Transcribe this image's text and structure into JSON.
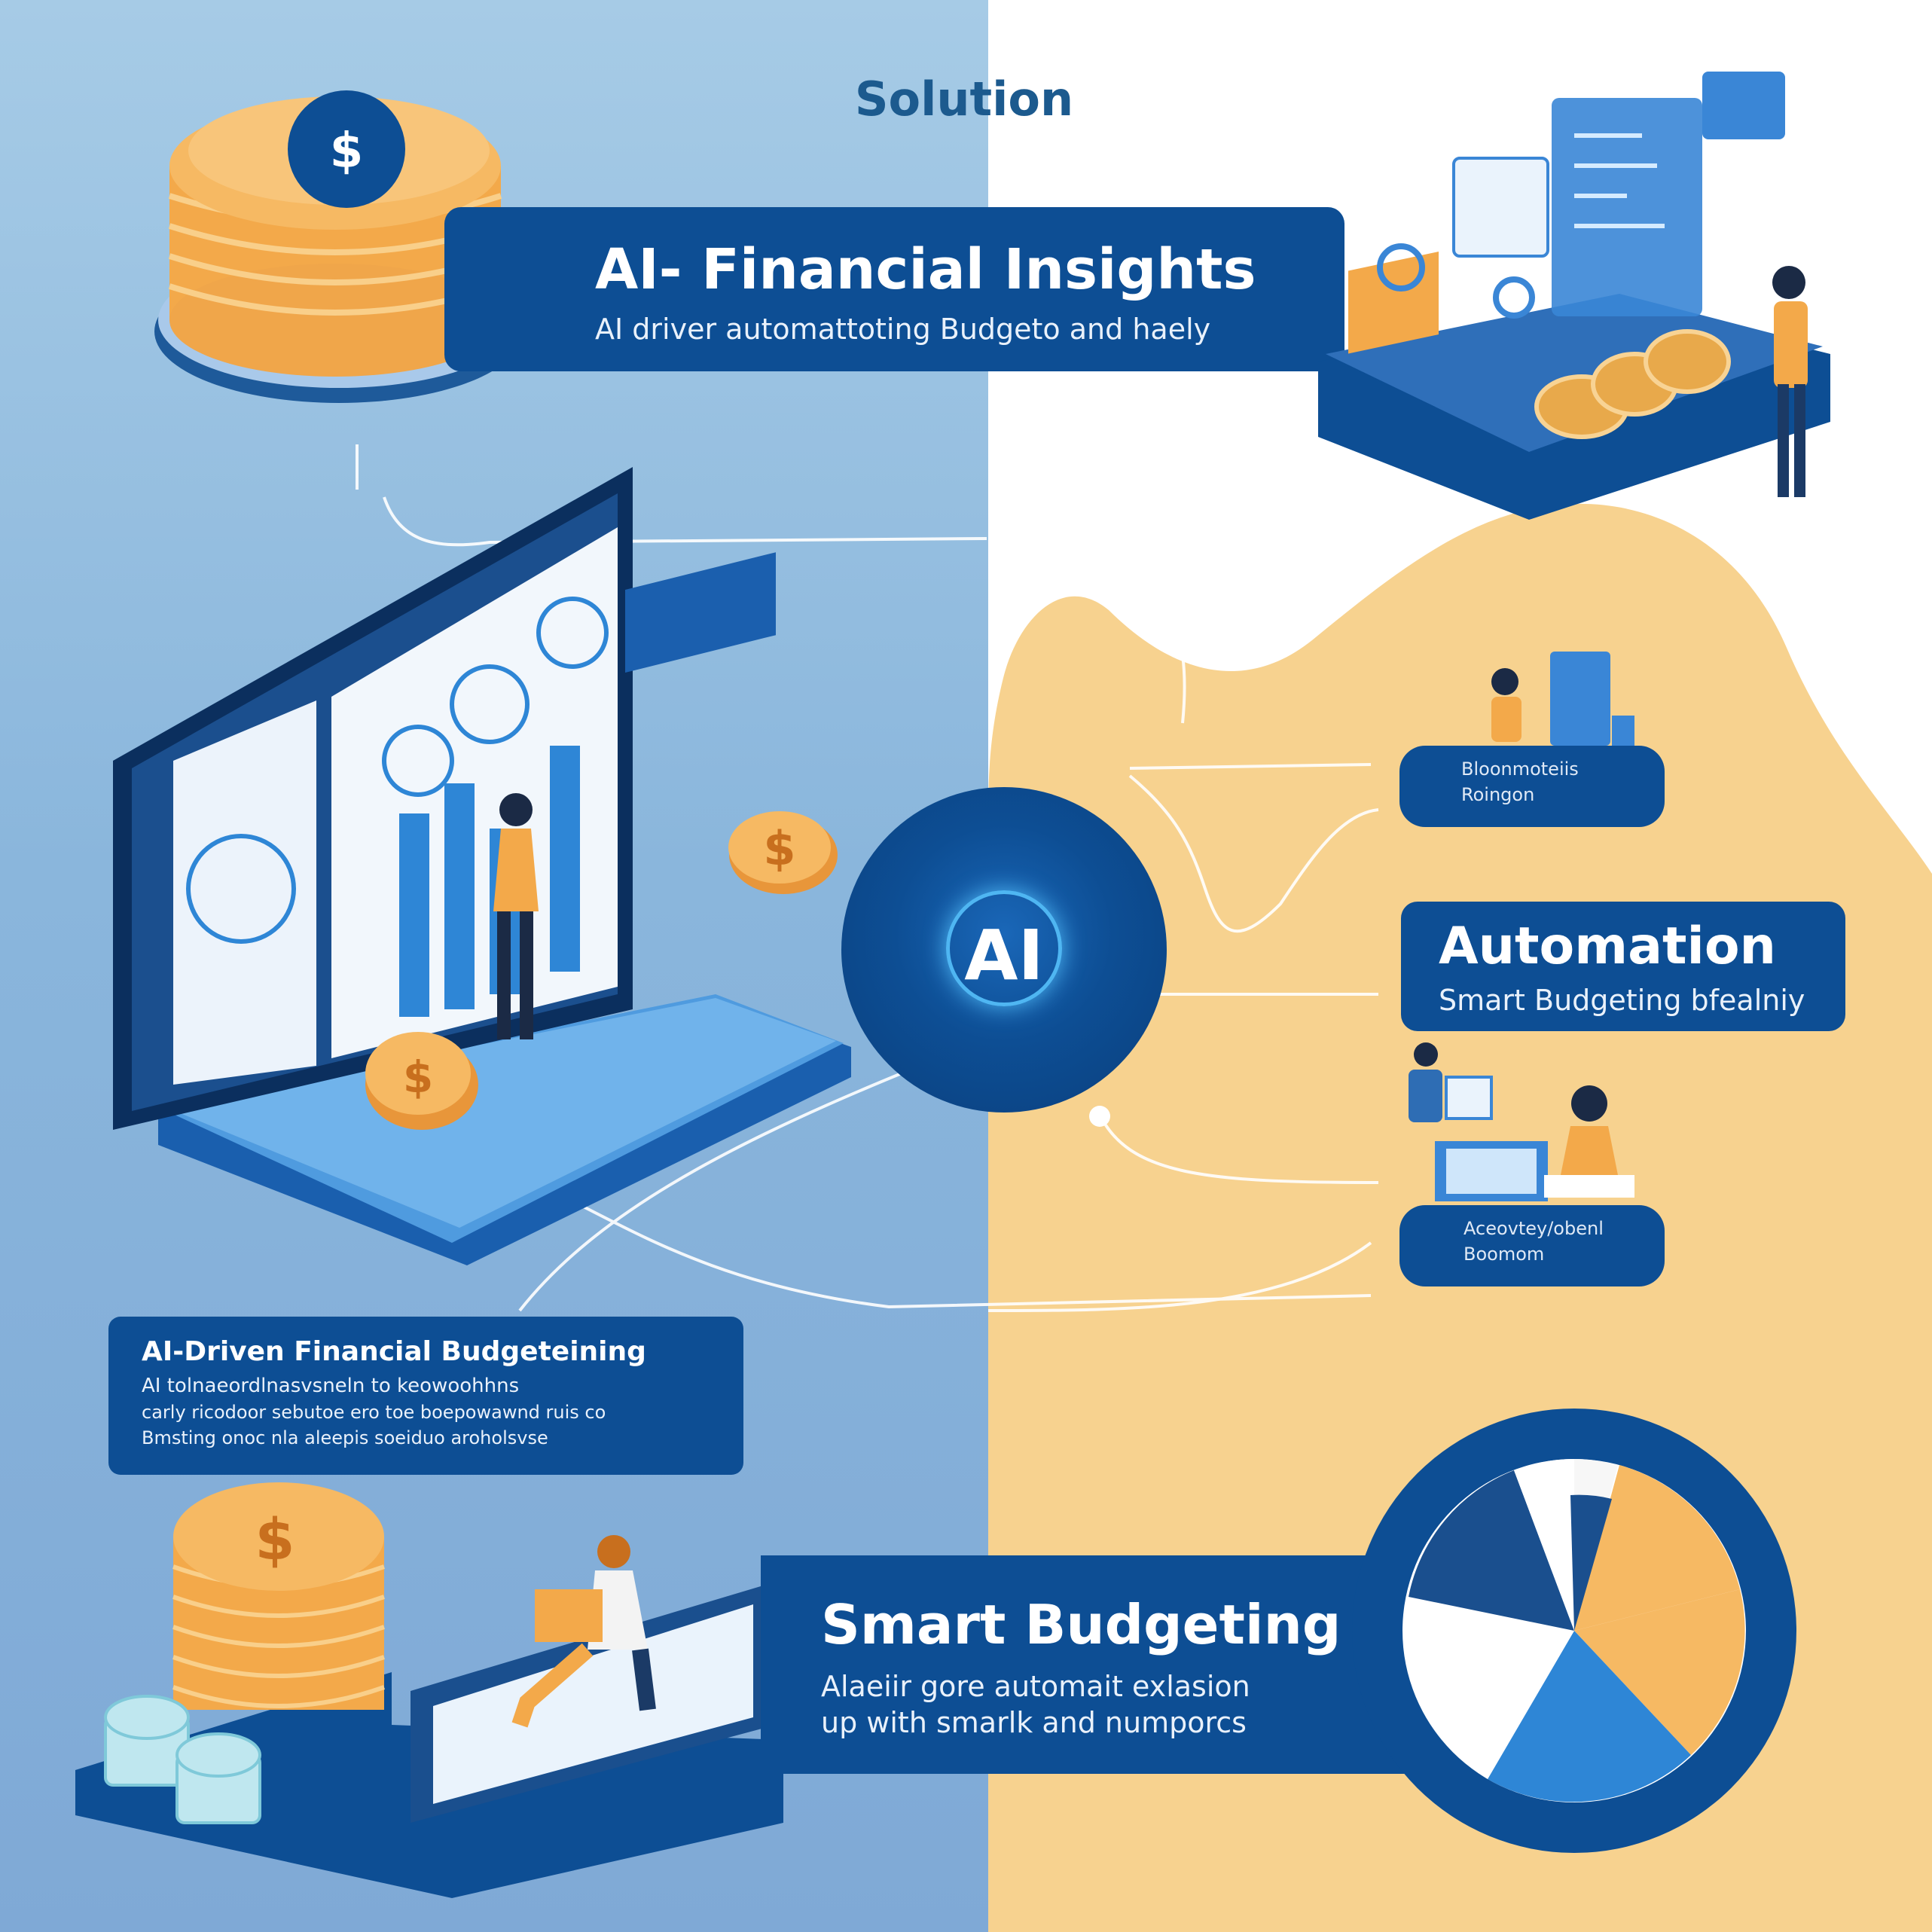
{
  "heading": "Solution",
  "insights": {
    "title": "AI- Financial Insights",
    "subtitle": "AI driver automattoting Budgeto and haely"
  },
  "center_badge": {
    "label": "AI"
  },
  "pill_top": {
    "line1": "Bloonmoteiis",
    "line2": "Roingon"
  },
  "automation": {
    "title": "Automation",
    "subtitle": "Smart Budgeting bfealniy"
  },
  "pill_bottom": {
    "line1": "Aceovtey/obenl",
    "line2": "Boomom"
  },
  "budgeting_card": {
    "title": "AI-Driven Financial Budgeteining",
    "line1": "AI  tolnaeordlnasvsneln  to  keowoohhns",
    "line2": "carly  ricodoor  sebutoe ero  toe  boepowawnd  ruis co",
    "line3": "Bmsting  onoc nla aleepis  soeiduo aroholsvse"
  },
  "smart": {
    "title": "Smart Budgeting",
    "line1": "Alaeiir gore automait exlasion",
    "line2": "up with smarlk and numporcs"
  },
  "colors": {
    "navy": "#0d4e94",
    "sky": "#a6cbe6",
    "sand": "#f7d28f",
    "coin": "#f3a94a",
    "accent_blue": "#2e86d6"
  },
  "icons": [
    "coin-stack-icon",
    "dollar-coin-icon",
    "ai-chip-icon",
    "pie-chart-icon",
    "laptop-dashboard-icon",
    "person-figure-icon"
  ]
}
